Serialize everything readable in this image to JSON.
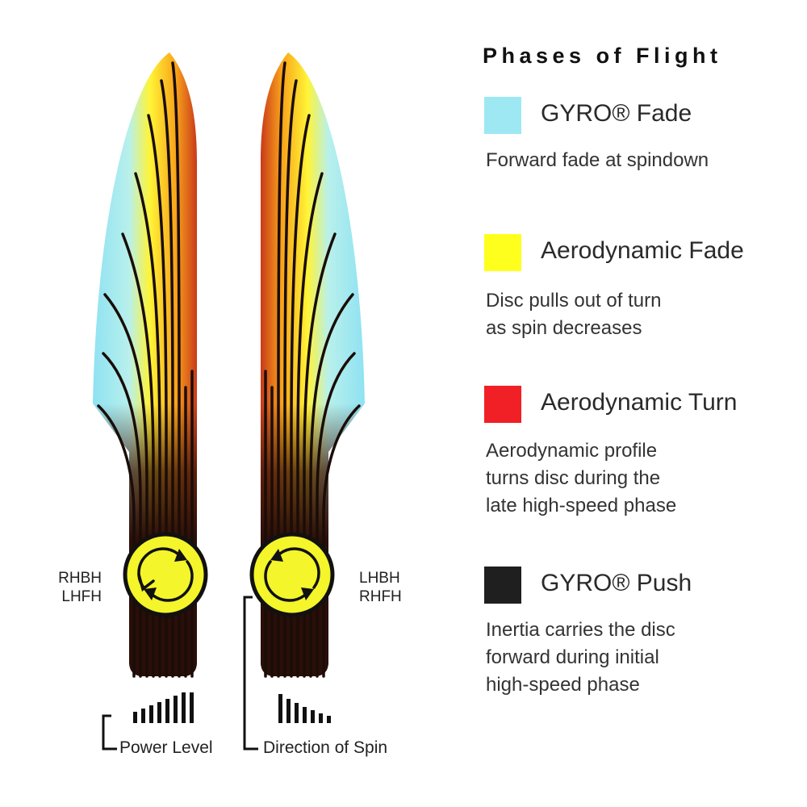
{
  "title": "Phases of Flight",
  "legend": [
    {
      "label": "GYRO® Fade",
      "color": "#9ee8f4",
      "desc_lines": [
        "Forward fade at spindown"
      ]
    },
    {
      "label": "Aerodynamic Fade",
      "color": "#ffff1e",
      "desc_lines": [
        "Disc pulls out of turn",
        "as spin decreases"
      ]
    },
    {
      "label": "Aerodynamic Turn",
      "color": "#f02026",
      "desc_lines": [
        "Aerodynamic profile",
        "turns disc during the",
        "late high-speed phase"
      ]
    },
    {
      "label": "GYRO® Push",
      "color": "#1f1f1f",
      "desc_lines": [
        "Inertia carries the disc",
        "forward during initial",
        "high-speed phase"
      ]
    }
  ],
  "left_shape": {
    "throw_labels": [
      "RHBH",
      "LHFH"
    ],
    "spin_direction": "clockwise"
  },
  "right_shape": {
    "throw_labels": [
      "LHBH",
      "RHFH"
    ],
    "spin_direction": "counterclockwise"
  },
  "power_level_label": "Power Level",
  "direction_of_spin_label": "Direction of Spin"
}
